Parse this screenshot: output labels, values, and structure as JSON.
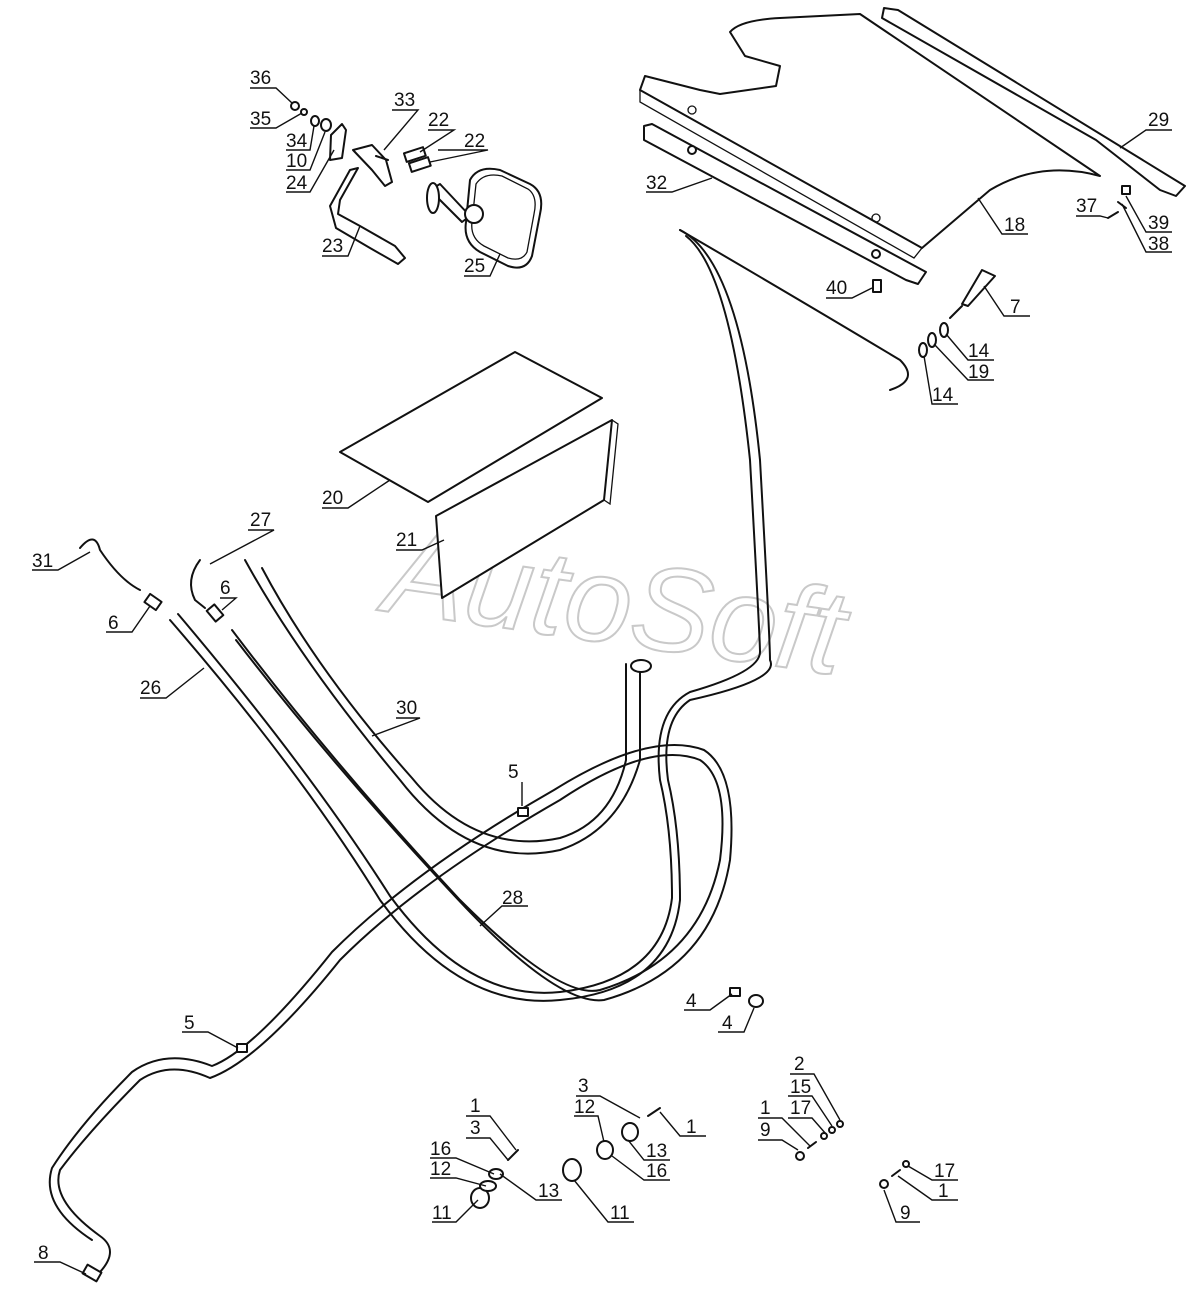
{
  "watermark": "AutoSoft",
  "callouts": {
    "c36": "36",
    "c35": "35",
    "c34": "34",
    "c10": "10",
    "c24": "24",
    "c33": "33",
    "c22a": "22",
    "c22b": "22",
    "c23": "23",
    "c25": "25",
    "c29": "29",
    "c32": "32",
    "c18": "18",
    "c37": "37",
    "c39": "39",
    "c38": "38",
    "c40": "40",
    "c7": "7",
    "c14a": "14",
    "c19": "19",
    "c14b": "14",
    "c20": "20",
    "c21": "21",
    "c27": "27",
    "c31": "31",
    "c6a": "6",
    "c6b": "6",
    "c26": "26",
    "c30": "30",
    "c5a": "5",
    "c28": "28",
    "c4a": "4",
    "c4b": "4",
    "c5b": "5",
    "c8": "8",
    "c1a": "1",
    "c3a": "3",
    "c16a": "16",
    "c12a": "12",
    "c13a": "13",
    "c11a": "11",
    "c3b": "3",
    "c12b": "12",
    "c1b": "1",
    "c13b": "13",
    "c16b": "16",
    "c11b": "11",
    "c2": "2",
    "c15": "15",
    "c1c": "1",
    "c17a": "17",
    "c9a": "9",
    "c17b": "17",
    "c1d": "1",
    "c9b": "9"
  }
}
